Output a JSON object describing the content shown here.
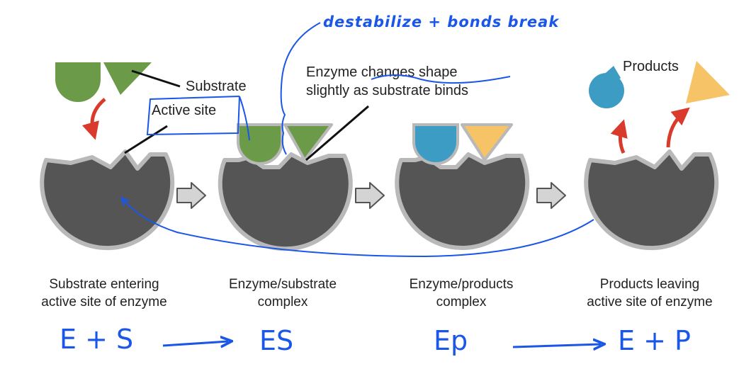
{
  "labels": {
    "substrate": "Substrate",
    "active_site": "Active site",
    "enzyme_change_line1": "Enzyme changes shape",
    "enzyme_change_line2": "slightly as substrate binds",
    "products": "Products"
  },
  "captions": [
    {
      "line1": "Substrate entering",
      "line2": "active site of enzyme"
    },
    {
      "line1": "Enzyme/substrate",
      "line2": "complex"
    },
    {
      "line1": "Enzyme/products",
      "line2": "complex"
    },
    {
      "line1": "Products leaving",
      "line2": "active site of enzyme"
    }
  ],
  "handwriting": {
    "top_note": "destabilize + bonds break",
    "eq_e_plus_s": "E + S",
    "eq_es": "ES",
    "eq_ep": "Ep",
    "eq_e_plus_p": "E + P"
  },
  "colors": {
    "enzyme": "#555555",
    "enzyme_rim": "#b9b9b9",
    "substrate": "#6b9a48",
    "product_blue": "#3d9cc4",
    "product_yellow": "#f6c366",
    "reaction_arrow": "#d93a2b",
    "step_arrow_fill": "#d4d4d4",
    "step_arrow_stroke": "#555555",
    "ink": "#1a56e8",
    "text": "#222222"
  }
}
